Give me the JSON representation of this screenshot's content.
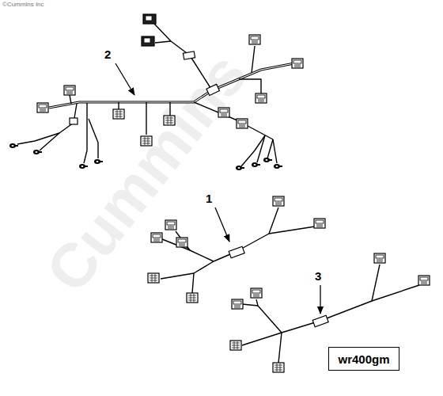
{
  "diagram": {
    "nodes": [
      {
        "text": [
          "wr400gm"
        ]
      }
    ],
    "edges": [],
    "labels": [
      "©Cummins Inc",
      "Cummins",
      "2",
      "1",
      "3"
    ]
  }
}
